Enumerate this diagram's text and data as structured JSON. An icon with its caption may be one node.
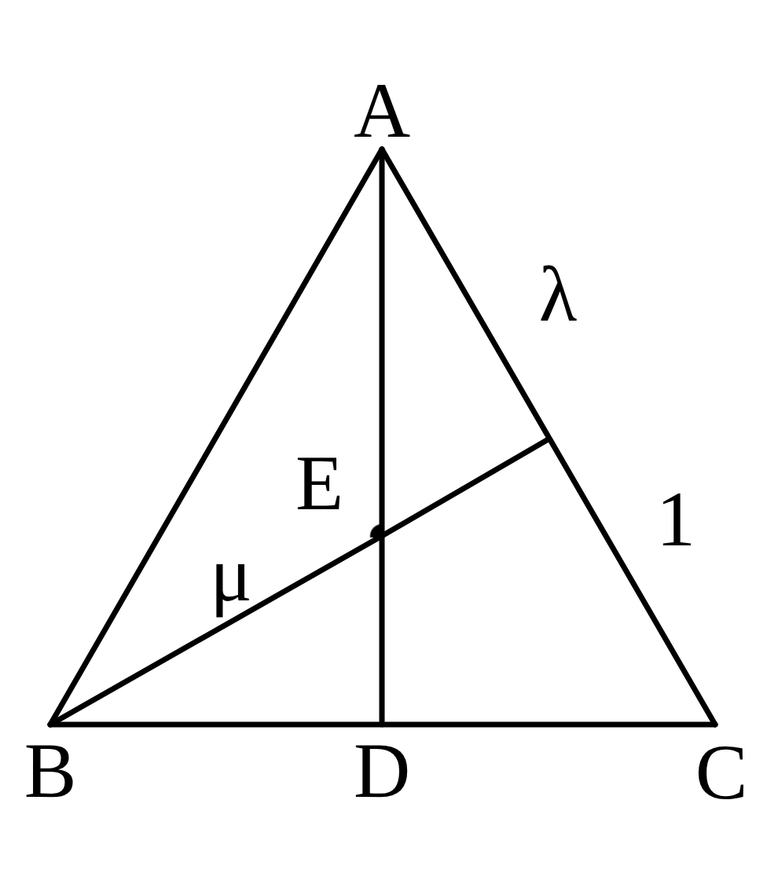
{
  "diagram": {
    "nodes": [
      {
        "text": [
          "A"
        ]
      },
      {
        "text": [
          "B"
        ]
      },
      {
        "text": [
          "C"
        ]
      },
      {
        "text": [
          "D"
        ]
      },
      {
        "text": [
          "E"
        ]
      }
    ],
    "edges": [
      {
        "from": 0,
        "to": 1,
        "arrow": "none"
      },
      {
        "from": 1,
        "to": 2,
        "arrow": "none"
      },
      {
        "from": 2,
        "to": 0,
        "arrow": "none"
      },
      {
        "from": 0,
        "to": 4,
        "arrow": "none"
      },
      {
        "from": 4,
        "to": 3,
        "arrow": "none"
      },
      {
        "from": 1,
        "to": 4,
        "arrow": "none"
      },
      {
        "from": 4,
        "to": null,
        "arrow": "none"
      }
    ],
    "labels": [
      "λ",
      "1",
      "μ"
    ]
  }
}
